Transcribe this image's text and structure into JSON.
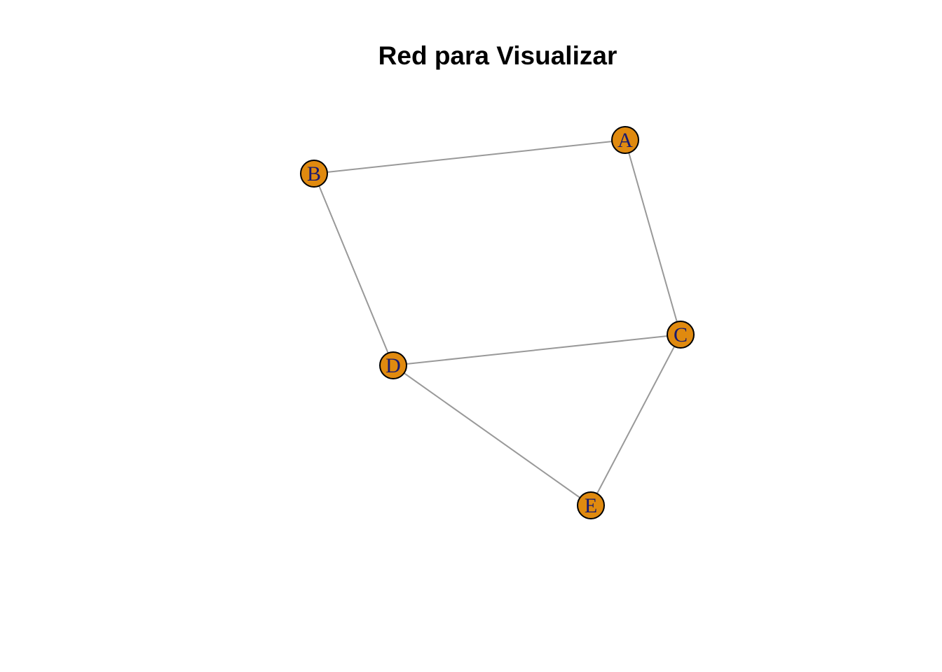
{
  "title": "Red para Visualizar",
  "colors": {
    "node_fill": "#E08A0F",
    "node_stroke": "#000000",
    "edge": "#999999",
    "label": "#1A1A6E"
  },
  "nodes": [
    {
      "id": "A",
      "label": "A"
    },
    {
      "id": "B",
      "label": "B"
    },
    {
      "id": "C",
      "label": "C"
    },
    {
      "id": "D",
      "label": "D"
    },
    {
      "id": "E",
      "label": "E"
    }
  ],
  "edges": [
    {
      "source": "B",
      "target": "A"
    },
    {
      "source": "A",
      "target": "C"
    },
    {
      "source": "B",
      "target": "D"
    },
    {
      "source": "D",
      "target": "C"
    },
    {
      "source": "D",
      "target": "E"
    },
    {
      "source": "C",
      "target": "E"
    }
  ]
}
